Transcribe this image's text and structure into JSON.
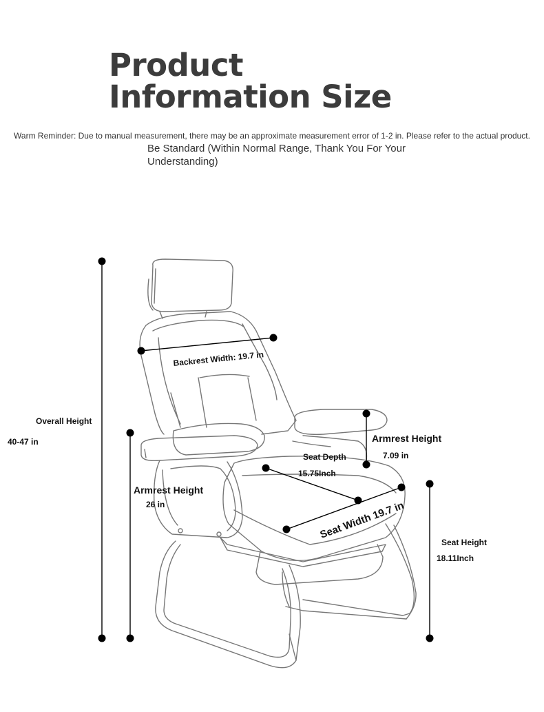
{
  "title_line1": "Product",
  "title_line2": "Information Size",
  "reminder": "Warm Reminder: Due to manual measurement, there may be an approximate measurement error of 1-2 in. Please refer to the actual product.",
  "standard_note": "Be Standard (Within Normal Range, Thank You For Your Understanding)",
  "dimensions": {
    "overall_height": {
      "label": "Overall Height",
      "value": "40-47 in"
    },
    "armrest_height_floor": {
      "label": "Armrest Height",
      "value": "26 in"
    },
    "backrest_width": {
      "label": "Backrest Width: 19.7 in"
    },
    "armrest_height_seat": {
      "label": "Armrest Height",
      "value": "7.09 in"
    },
    "seat_depth": {
      "label": "Seat Depth",
      "value": "15.75Inch"
    },
    "seat_width": {
      "label": "Seat Width 19.7 in"
    },
    "seat_height": {
      "label": "Seat Height",
      "value": "18.11Inch"
    }
  }
}
